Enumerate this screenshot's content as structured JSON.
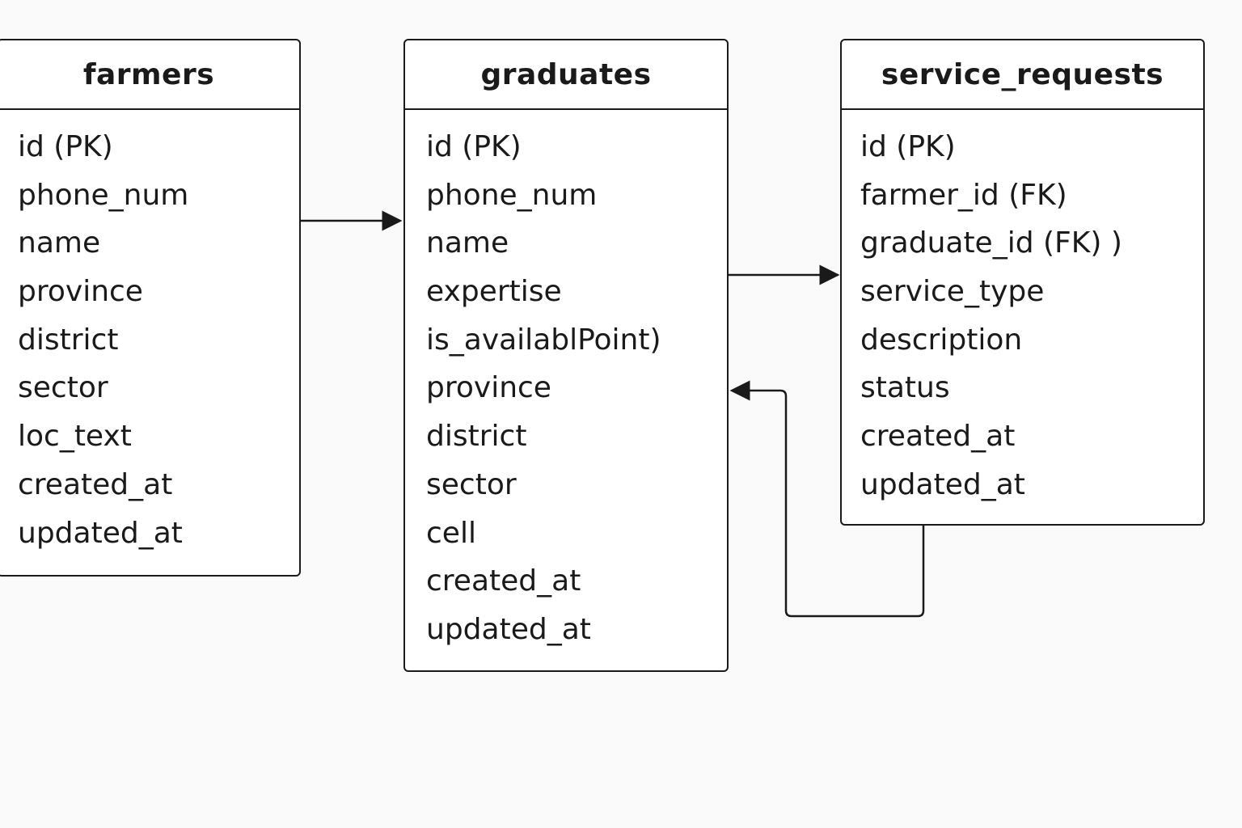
{
  "tables": [
    {
      "name": "farmers",
      "fields": [
        "id (PK)",
        "phone_num",
        "name",
        "province",
        "district",
        "sector",
        "loc_text",
        "created_at",
        "updated_at"
      ]
    },
    {
      "name": "graduates",
      "fields": [
        "id (PK)",
        "phone_num",
        "name",
        "expertise",
        "is_availablPoint)",
        "province",
        "district",
        "sector",
        "cell",
        "created_at",
        "updated_at"
      ]
    },
    {
      "name": "service_requests",
      "fields": [
        "id (PK)",
        "farmer_id (FK)",
        "graduate_id (FK) )",
        "service_type",
        "description",
        "status",
        "created_at",
        "updated_at"
      ]
    }
  ],
  "relationships": [
    {
      "from": "farmers",
      "to": "graduates"
    },
    {
      "from": "graduates",
      "to": "service_requests"
    },
    {
      "from": "service_requests",
      "to": "graduates"
    }
  ],
  "colors": {
    "background": "#fafafa",
    "line": "#1a1a1a",
    "box": "#ffffff"
  }
}
